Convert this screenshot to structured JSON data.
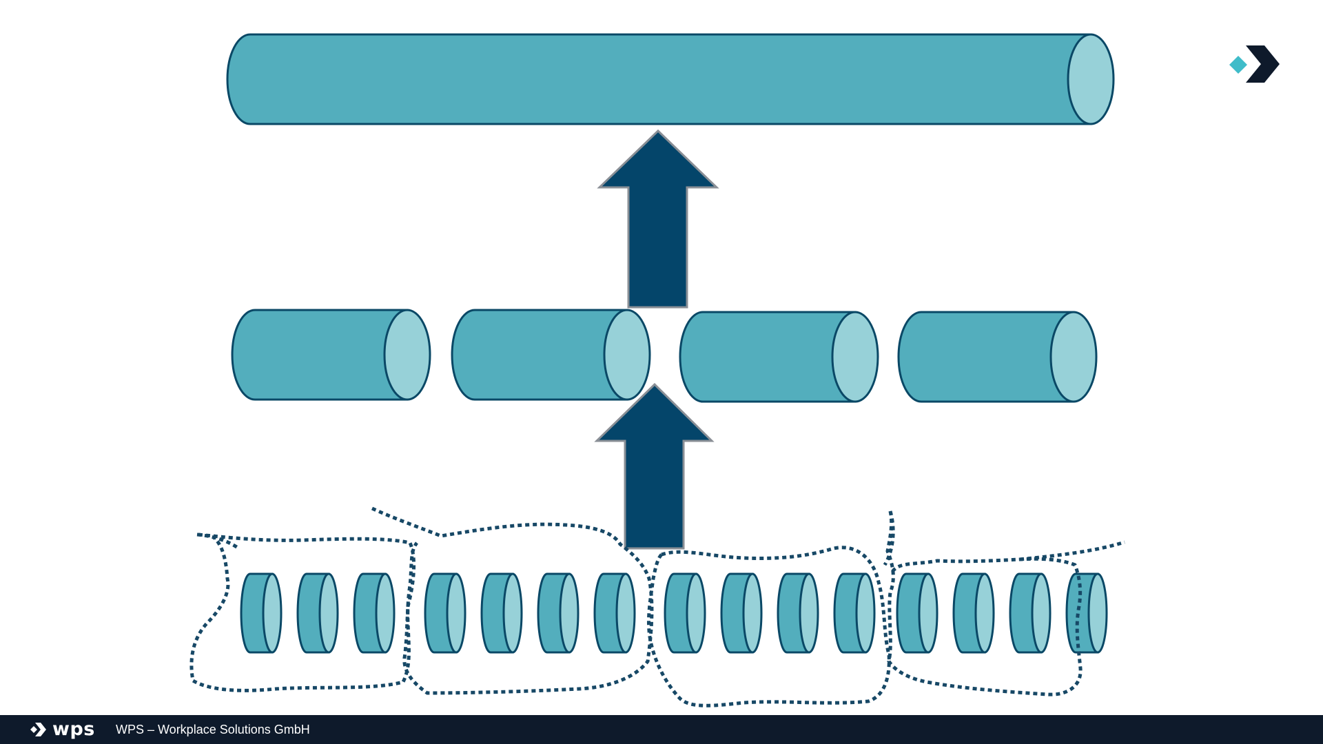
{
  "slide": {
    "background": "#ffffff"
  },
  "diagram": {
    "colors": {
      "cylinder_body": "#53aebd",
      "cylinder_cap": "#97d1d8",
      "cylinder_outline": "#0a4866",
      "arrow_fill": "#04456a",
      "arrow_outline": "#8a8f96",
      "grouping_line": "#174866"
    },
    "levels": [
      {
        "name": "top",
        "cylinder_count": 1
      },
      {
        "name": "middle",
        "cylinder_count": 4
      },
      {
        "name": "bottom",
        "cylinder_count": 15,
        "groups": [
          3,
          4,
          4,
          4
        ]
      }
    ],
    "arrows": [
      {
        "from": "middle",
        "to": "top",
        "direction": "up"
      },
      {
        "from": "bottom",
        "to": "middle",
        "direction": "up"
      }
    ]
  },
  "corner_logo": {
    "icon": "chevron-right-diamond-icon",
    "colors": {
      "chevron": "#0e1a2b",
      "diamond": "#3fbcc9"
    }
  },
  "footer": {
    "background": "#0e1a2b",
    "logo_text": "wps",
    "logo_icon": "chevron-right-diamond-icon",
    "company": "WPS – Workplace Solutions GmbH"
  }
}
